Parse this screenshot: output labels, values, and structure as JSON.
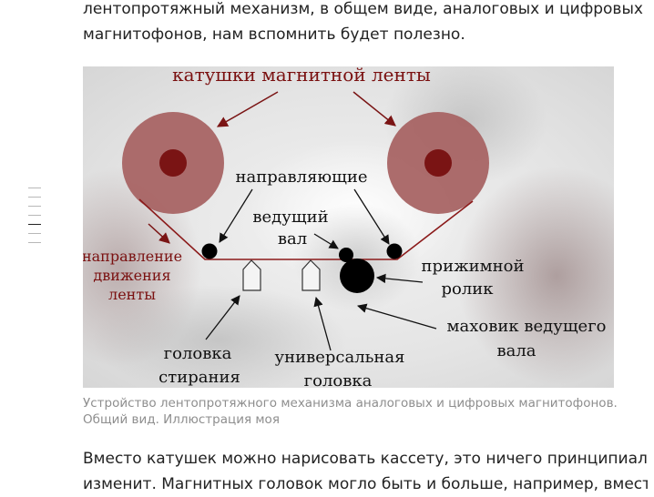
{
  "article": {
    "para_top": "лентопротяжный механизм, в общем виде, аналоговых и цифровых магнитофонов, нам вспомнить будет полезно.",
    "para_top_lines": [
      "лентопротяжный механизм, в общем виде, аналоговых и цифровых",
      "магнитофонов, нам вспомнить будет полезно."
    ],
    "caption": "Устройство лентопротяжного механизма аналоговых и цифровых магнитофонов. Общий вид. Иллюстрация моя",
    "para_bottom_lines": [
      "Вместо катушек можно нарисовать кассету, это ничего принципиально не",
      "изменит. Магнитных головок могло быть и больше, например, вместо"
    ]
  },
  "toc": {
    "items": 7,
    "active_index": 4
  },
  "diagram": {
    "reels_label": "катушки магнитной ленты",
    "guides_label": "направляющие",
    "capstan_label_1": "ведущий",
    "capstan_label_2": "вал",
    "direction_label_1": "направление",
    "direction_label_2": "движения",
    "direction_label_3": "ленты",
    "pinch_label_1": "прижимной",
    "pinch_label_2": "ролик",
    "flywheel_label_1": "маховик ведущего",
    "flywheel_label_2": "вала",
    "erase_label_1": "головка",
    "erase_label_2": "стирания",
    "universal_label_1": "универсальная",
    "universal_label_2": "головка",
    "colors": {
      "reel": "#a86464",
      "reel_hub": "#7a1414",
      "tape": "#8b1a1a",
      "label_red": "#7a1010"
    }
  }
}
